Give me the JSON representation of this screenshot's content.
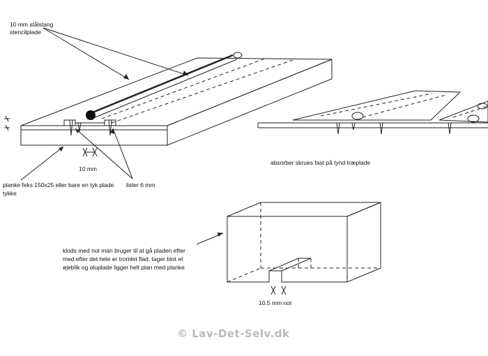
{
  "labels": {
    "rod_line1": "10 mm stålstang",
    "rod_line2": "stencilplade",
    "gap": "10 mm",
    "plank_line1": "planke feks 150x25 eller bare en tyk plade",
    "plank_line2": "tykke",
    "strips": "lister 6 mm",
    "absorber": "absorber skrues fast på tynd træplade",
    "block_line1": "klods med not man bruger til at gå pladen efter",
    "block_line2": "med efter det hele er tromlet flad. tager blot et",
    "block_line3": "øjeblik og aluplade ligger helt plan med planke",
    "notch": "10.5 mm not"
  },
  "watermark": "© Lav-Det-Selv.dk",
  "colors": {
    "ink": "#222222",
    "watermark": "#b9b9b9"
  }
}
